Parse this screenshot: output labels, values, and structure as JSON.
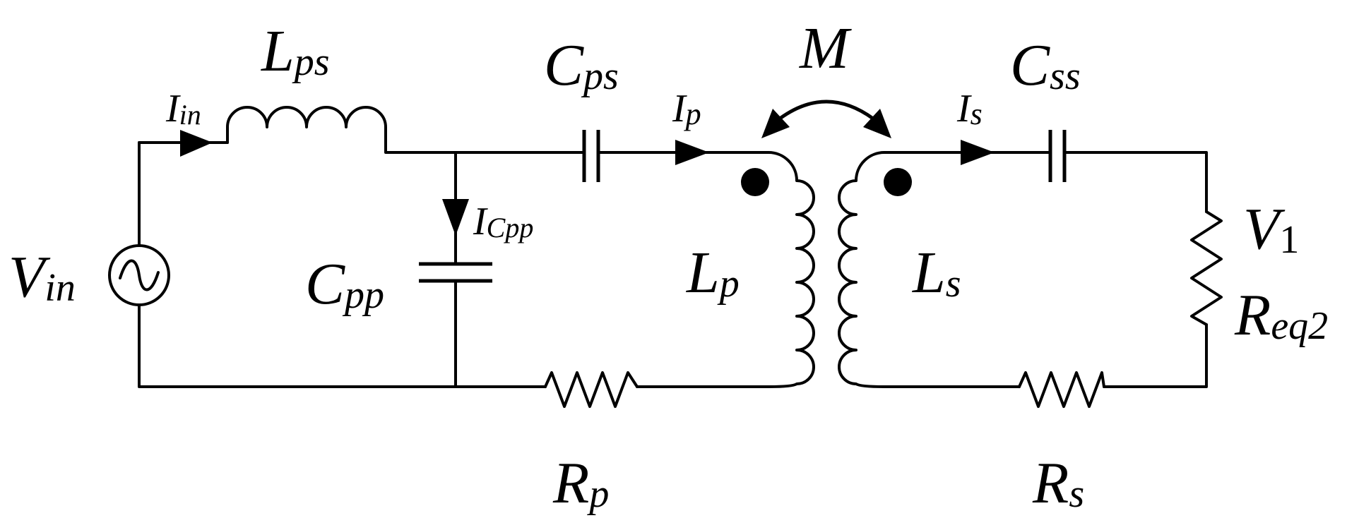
{
  "labels": {
    "vin": {
      "main": "V",
      "sub": "in"
    },
    "iin": {
      "main": "I",
      "sub": "in"
    },
    "lps": {
      "main": "L",
      "sub": "ps"
    },
    "cps": {
      "main": "C",
      "sub": "ps"
    },
    "ip": {
      "main": "I",
      "sub": "p"
    },
    "m": {
      "main": "M"
    },
    "is": {
      "main": "I",
      "sub": "s"
    },
    "css": {
      "main": "C",
      "sub": "ss"
    },
    "icpp": {
      "main": "I",
      "sub": "Cpp"
    },
    "cpp": {
      "main": "C",
      "sub": "pp"
    },
    "lp": {
      "main": "L",
      "sub": "p"
    },
    "ls": {
      "main": "L",
      "sub": "s"
    },
    "v1": {
      "main": "V",
      "sub": "1"
    },
    "req2": {
      "main": "R",
      "sub": "eq2"
    },
    "rp": {
      "main": "R",
      "sub": "p"
    },
    "rs": {
      "main": "R",
      "sub": "s"
    }
  }
}
